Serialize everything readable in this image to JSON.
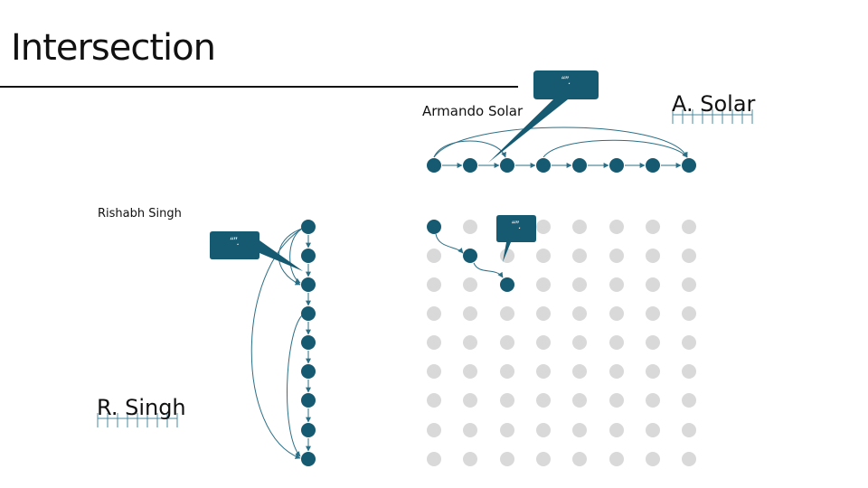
{
  "slide": {
    "title": "Intersection"
  },
  "authors": {
    "top_full": "Armando Solar",
    "top_short": "A. Solar",
    "left_full": "Rishabh Singh",
    "left_short": "R. Singh"
  },
  "callouts": {
    "top": "“”.",
    "grid": "“”.",
    "left": "“”."
  },
  "colors": {
    "node": "#165a72",
    "grid_node": "#d9d9d9",
    "edge": "#2b6f86"
  }
}
